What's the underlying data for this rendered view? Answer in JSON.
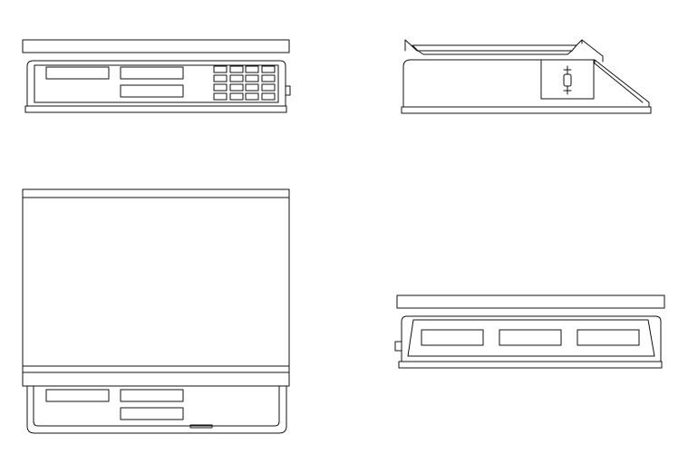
{
  "drawing": {
    "line_color": "#111111",
    "background": "#ffffff",
    "views": [
      {
        "id": "front",
        "displays": 3,
        "keypad": {
          "rows": 4,
          "columns": 4
        }
      },
      {
        "id": "side",
        "connector": "cable-port"
      },
      {
        "id": "top",
        "displays": 3
      },
      {
        "id": "rear",
        "displays": 3
      }
    ]
  }
}
